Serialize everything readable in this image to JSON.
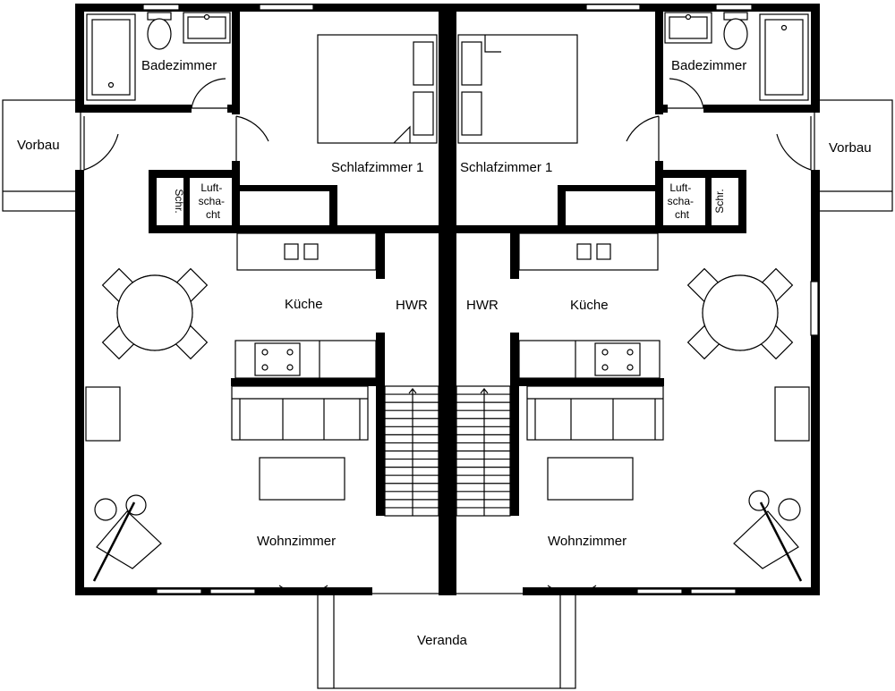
{
  "plan": {
    "rooms": {
      "badezimmer_left": "Badezimmer",
      "badezimmer_right": "Badezimmer",
      "vorbau_left": "Vorbau",
      "vorbau_right": "Vorbau",
      "schlafzimmer_left": "Schlafzimmer 1",
      "schlafzimmer_right": "Schlafzimmer 1",
      "schrank_left": "Schr.",
      "schrank_right": "Schr.",
      "luftschacht_left": [
        "Luft-",
        "scha-",
        "cht"
      ],
      "luftschacht_right": [
        "Luft-",
        "scha-",
        "cht"
      ],
      "kueche_left": "Küche",
      "kueche_right": "Küche",
      "hwr_left": "HWR",
      "hwr_right": "HWR",
      "wohnzimmer_left": "Wohnzimmer",
      "wohnzimmer_right": "Wohnzimmer",
      "veranda": "Veranda"
    },
    "colors": {
      "wall": "#000000",
      "background": "#ffffff"
    }
  }
}
